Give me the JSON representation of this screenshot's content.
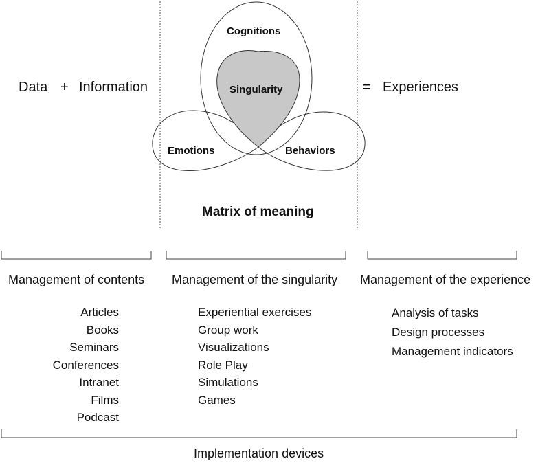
{
  "equation": {
    "term1": "Data",
    "plus": "+",
    "term2": "Information",
    "equals": "=",
    "result": "Experiences"
  },
  "venn": {
    "top_label": "Cognitions",
    "center_label": "Singularity",
    "left_label": "Emotions",
    "right_label": "Behaviors",
    "caption": "Matrix of meaning"
  },
  "columns": [
    {
      "title": "Management of contents",
      "items": [
        "Articles",
        "Books",
        "Seminars",
        "Conferences",
        "Intranet",
        "Films",
        "Podcast"
      ]
    },
    {
      "title": "Management of the singularity",
      "items": [
        "Experiential exercises",
        "Group work",
        "Visualizations",
        "Role Play",
        "Simulations",
        "Games"
      ]
    },
    {
      "title": "Management of the experience",
      "items": [
        "Analysis of tasks",
        "Design processes",
        "Management indicators"
      ]
    }
  ],
  "footer": {
    "label": "Implementation devices"
  },
  "colors": {
    "line": "#333333",
    "singularity_fill": "#c8c8c8",
    "text": "#111111"
  }
}
